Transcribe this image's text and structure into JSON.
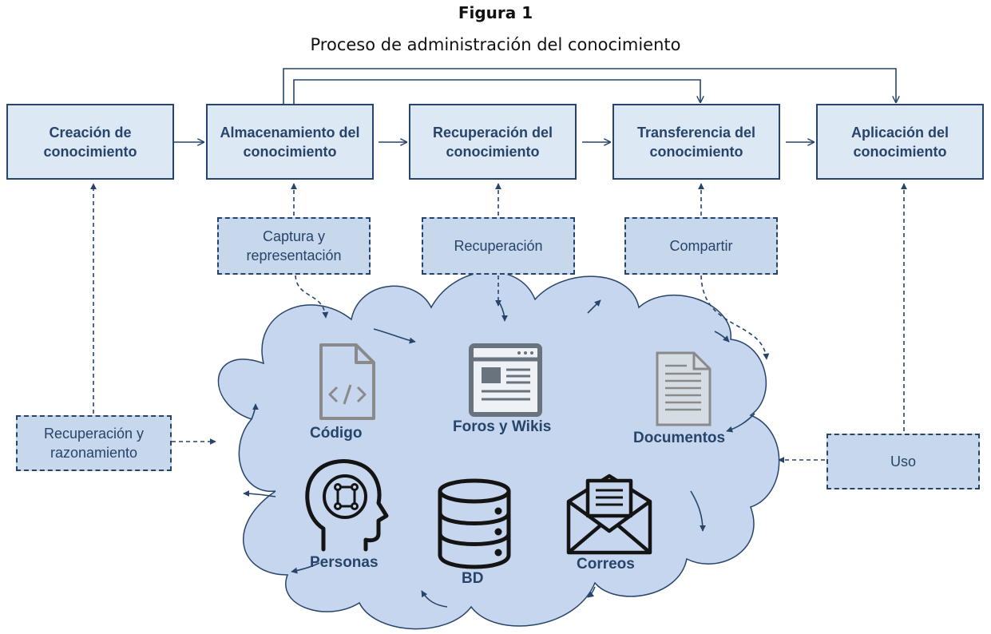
{
  "figure": {
    "label": "Figura 1",
    "title": "Proceso de administración del conocimiento"
  },
  "steps": [
    "Creación de\nconocimiento",
    "Almacenamiento del\nconocimiento",
    "Recuperación del\nconocimiento",
    "Transferencia del\nconocimiento",
    "Aplicación del\nconocimiento"
  ],
  "processes": {
    "captura": "Captura y\nrepresentación",
    "recuperacion": "Recuperación",
    "compartir": "Compartir",
    "razonamiento": "Recuperación y\nrazonamiento",
    "uso": "Uso"
  },
  "resources": {
    "codigo": "Código",
    "foros": "Foros y Wikis",
    "documentos": "Documentos",
    "personas": "Personas",
    "bd": "BD",
    "correos": "Correos"
  },
  "icons": {
    "codigo": "code-file-icon",
    "foros": "web-page-icon",
    "documentos": "document-icon",
    "personas": "ai-head-icon",
    "bd": "database-icon",
    "correos": "envelope-icon"
  },
  "colors": {
    "line": "#27446a",
    "step_fill": "#dde8f5",
    "process_fill": "#c8d8ec",
    "cloud_fill": "#c6d6ee",
    "icon_gray": "#8a8a8a",
    "icon_dark": "#141414"
  }
}
